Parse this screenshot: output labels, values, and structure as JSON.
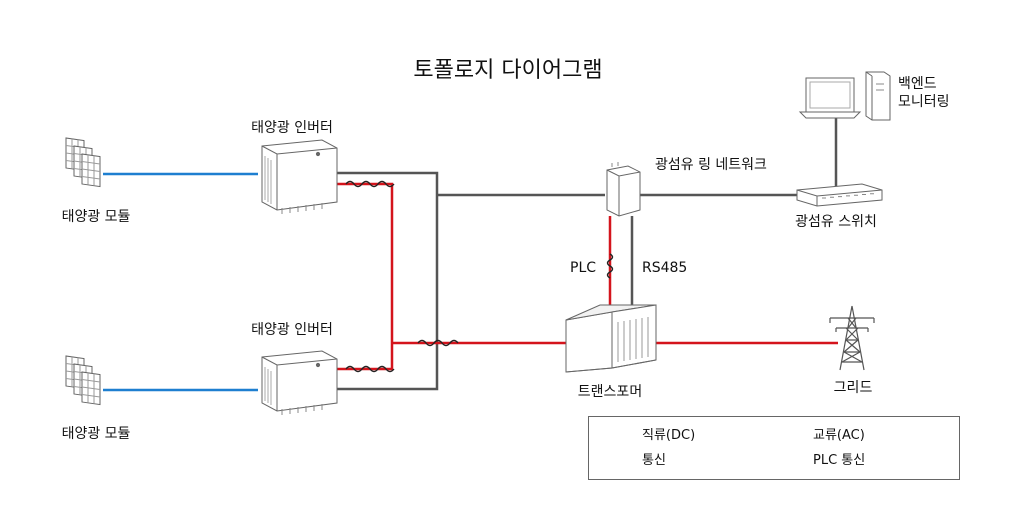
{
  "diagram": {
    "title": "토폴로지 다이어그램",
    "nodes": {
      "solar_module_top": "태양광 모듈",
      "solar_module_bottom": "태양광 모듈",
      "inverter_top": "태양광 인버터",
      "inverter_bottom": "태양광 인버터",
      "fiber_ring": "광섬유 링 네트워크",
      "fiber_switch": "광섬유 스위치",
      "backend_monitoring_line1": "백엔드",
      "backend_monitoring_line2": "모니터링",
      "transformer": "트랜스포머",
      "grid": "그리드"
    },
    "link_labels": {
      "plc": "PLC",
      "rs485": "RS485"
    },
    "colors": {
      "dc": "#1e7fd0",
      "ac": "#d4141c",
      "comm": "#555555"
    }
  },
  "legend": {
    "dc": "직류(DC)",
    "ac": "교류(AC)",
    "comm": "통신",
    "plc": "PLC 통신"
  }
}
